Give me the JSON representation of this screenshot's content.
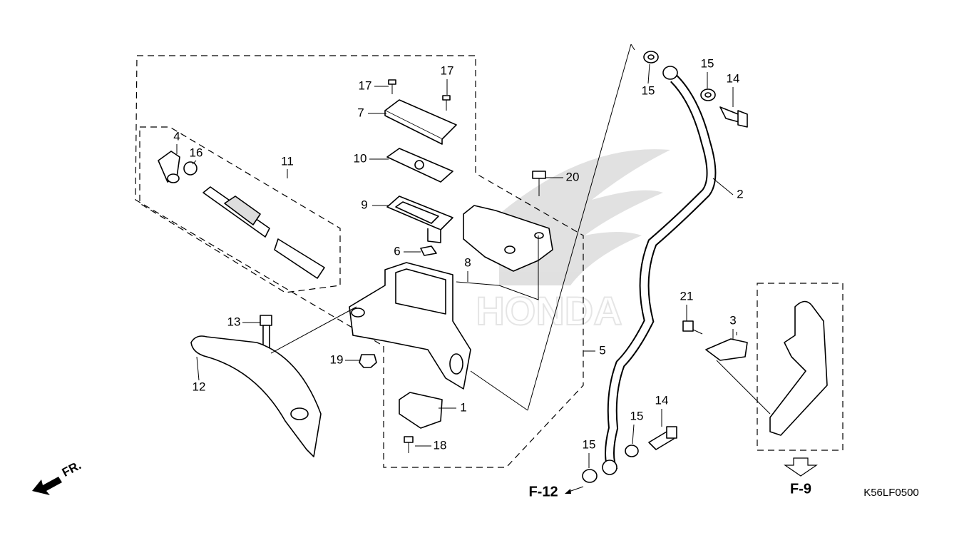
{
  "diagram": {
    "code": "K56LF0500",
    "front_marker": "FR.",
    "watermark": "HONDA",
    "callouts": [
      "17",
      "17",
      "7",
      "4",
      "16",
      "11",
      "10",
      "20",
      "9",
      "6",
      "8",
      "15",
      "15",
      "14",
      "2",
      "13",
      "19",
      "12",
      "5",
      "21",
      "3",
      "1",
      "18",
      "14",
      "15",
      "15"
    ],
    "refs": {
      "f12": "F-12",
      "f9": "F-9"
    }
  }
}
